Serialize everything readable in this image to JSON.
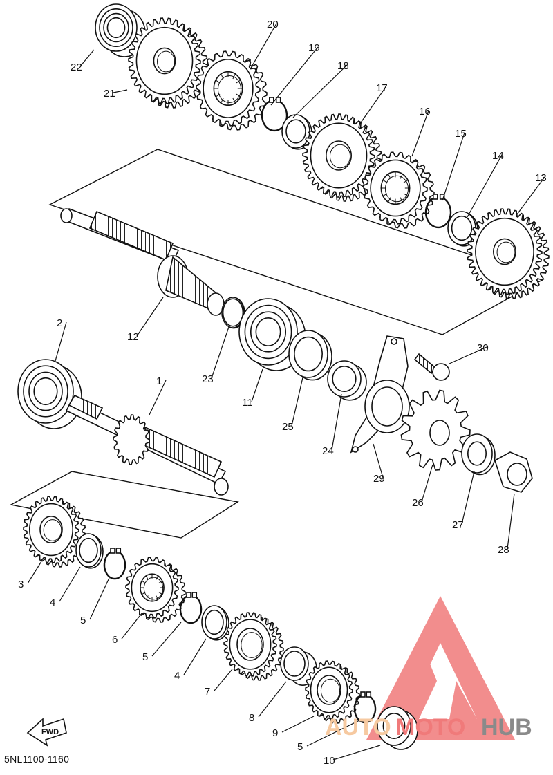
{
  "diagram": {
    "code": "5NL1100-1160",
    "fwd_label": "FWD",
    "watermark": {
      "part1": "AUTO",
      "part2": "MOTO",
      "part3": "HUB",
      "color_light": "#f6c9a0",
      "color_red": "#f07a7a",
      "color_dark": "#8a8a8a"
    },
    "parts": [
      {
        "n": "22"
      },
      {
        "n": "21"
      },
      {
        "n": "20"
      },
      {
        "n": "19"
      },
      {
        "n": "18"
      },
      {
        "n": "17"
      },
      {
        "n": "16"
      },
      {
        "n": "15"
      },
      {
        "n": "14"
      },
      {
        "n": "13"
      },
      {
        "n": "12"
      },
      {
        "n": "23"
      },
      {
        "n": "11"
      },
      {
        "n": "25"
      },
      {
        "n": "24"
      },
      {
        "n": "29"
      },
      {
        "n": "30"
      },
      {
        "n": "26"
      },
      {
        "n": "27"
      },
      {
        "n": "28"
      },
      {
        "n": "2"
      },
      {
        "n": "1"
      },
      {
        "n": "3"
      },
      {
        "n": "4"
      },
      {
        "n": "5"
      },
      {
        "n": "6"
      },
      {
        "n": "5"
      },
      {
        "n": "4"
      },
      {
        "n": "7"
      },
      {
        "n": "8"
      },
      {
        "n": "9"
      },
      {
        "n": "5"
      },
      {
        "n": "10"
      }
    ]
  }
}
